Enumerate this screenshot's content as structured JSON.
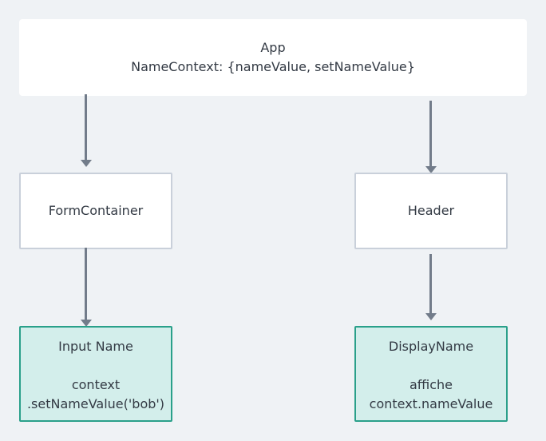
{
  "app": {
    "title": "App",
    "context": "NameContext: {nameValue, setNameValue}"
  },
  "form_container": {
    "label": "FormContainer"
  },
  "header": {
    "label": "Header"
  },
  "input_name": {
    "title": "Input Name",
    "line1": "context",
    "line2": ".setNameValue('bob')"
  },
  "display_name": {
    "title": "DisplayName",
    "line1": "affiche",
    "line2": "context.nameValue"
  },
  "colors": {
    "background": "#eff2f5",
    "node_fill": "#ffffff",
    "node_border": "#c9d0da",
    "leaf_fill": "#d3eeeb",
    "leaf_border": "#2aa08a",
    "arrow": "#727c8a",
    "text": "#333a44"
  }
}
